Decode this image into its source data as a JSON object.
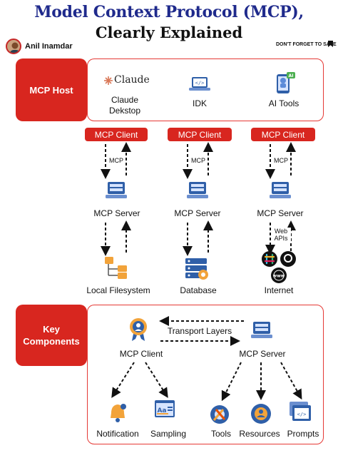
{
  "header": {
    "title_line1": "Model Context Protocol (MCP),",
    "title_line2": "Clearly Explained",
    "author": "Anil Inamdar",
    "save_note": "DON'T FORGET TO SAVE"
  },
  "host_section": {
    "tab_label": "MCP Host",
    "hosts": [
      {
        "name": "Claude\nDekstop",
        "logo_text": "Claude",
        "icon": "claude-logo"
      },
      {
        "name": "IDK",
        "icon": "laptop-code-icon"
      },
      {
        "name": "AI Tools",
        "icon": "ai-robot-phone-icon"
      }
    ]
  },
  "flow": {
    "client_label": "MCP Client",
    "connector_label": "MCP",
    "server_label": "MCP Server",
    "web_apis_label": "Web\nAPIs",
    "columns": [
      {
        "target": "Local Filesystem",
        "icon": "folder-tree-icon"
      },
      {
        "target": "Database",
        "icon": "database-server-icon"
      },
      {
        "target": "Internet",
        "icon": "internet-apps-icon"
      }
    ]
  },
  "components": {
    "tab_label": "Key\nComponents",
    "transport_label": "Transport Layers",
    "client_label": "MCP Client",
    "server_label": "MCP Server",
    "client_children": [
      "Notification",
      "Sampling"
    ],
    "server_children": [
      "Tools",
      "Resources",
      "Prompts"
    ]
  },
  "colors": {
    "accent_red": "#d8261f",
    "title_blue": "#1f2a8c",
    "icon_blue": "#2f5fa8"
  }
}
